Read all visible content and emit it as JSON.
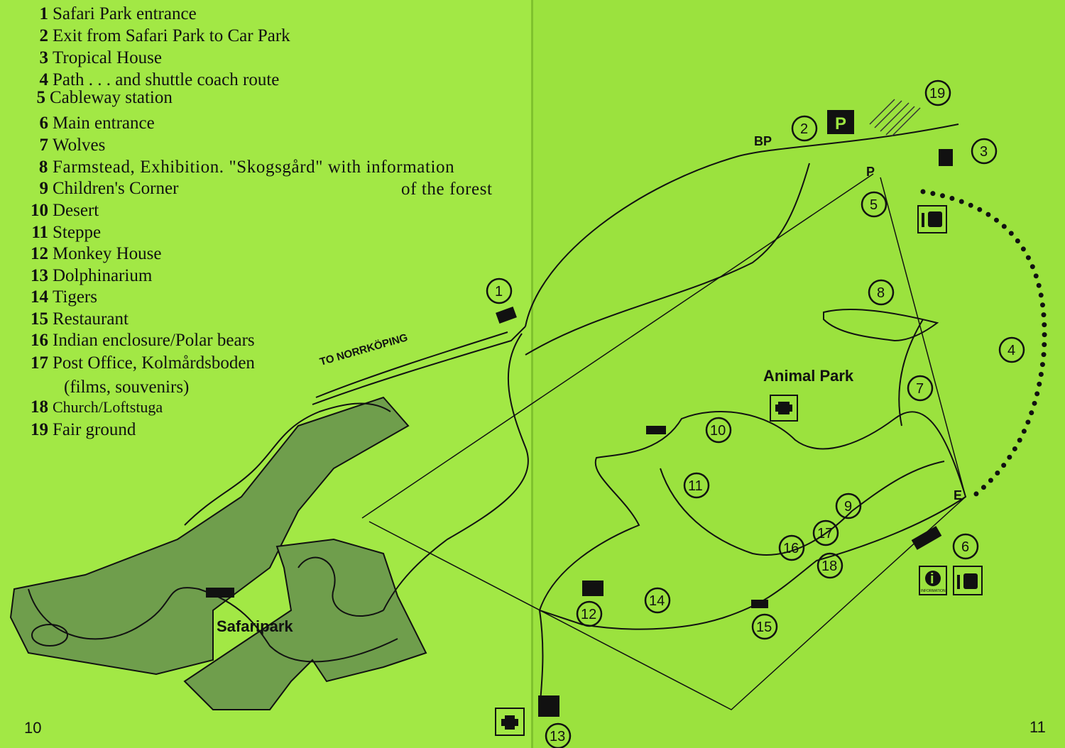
{
  "legend": [
    {
      "num": "1",
      "text": "Safari Park entrance"
    },
    {
      "num": "2",
      "text": "Exit  from Safari Park to Car Park"
    },
    {
      "num": "3",
      "text": "Tropical House"
    },
    {
      "num": "4",
      "text": "Path . . . and shuttle coach route"
    },
    {
      "num": "5",
      "text": "Cableway station"
    },
    {
      "num": "6",
      "text": "Main entrance"
    },
    {
      "num": "7",
      "text": "Wolves"
    },
    {
      "num": "8",
      "text": "Farmstead, Exhibition. \"Skogsgård\" with information"
    },
    {
      "num": "",
      "text": "of the forest"
    },
    {
      "num": "9",
      "text": "Children's Corner"
    },
    {
      "num": "10",
      "text": "Desert"
    },
    {
      "num": "11",
      "text": "Steppe"
    },
    {
      "num": "12",
      "text": "Monkey House"
    },
    {
      "num": "13",
      "text": "Dolphinarium"
    },
    {
      "num": "14",
      "text": "Tigers"
    },
    {
      "num": "15",
      "text": "Restaurant"
    },
    {
      "num": "16",
      "text": "Indian enclosure/Polar bears"
    },
    {
      "num": "17",
      "text": "Post Office, Kolmårdsboden"
    },
    {
      "num": "",
      "text": "(films, souvenirs)"
    },
    {
      "num": "18",
      "text": "Church/Loftstuga"
    },
    {
      "num": "19",
      "text": "Fair ground"
    }
  ],
  "map": {
    "road_label": "TO NORRKÖPING",
    "safaripark_label": "Safaripark",
    "animalpark_label": "Animal Park",
    "bp_label": "BP",
    "parking_label": "P",
    "cable_p_label": "P",
    "e_label": "E",
    "info_label": "INFORMATION",
    "markers": [
      "1",
      "2",
      "3",
      "4",
      "5",
      "6",
      "7",
      "8",
      "9",
      "10",
      "11",
      "12",
      "13",
      "14",
      "15",
      "16",
      "17",
      "18",
      "19"
    ]
  },
  "pages": {
    "left": "10",
    "right": "11"
  },
  "colors": {
    "paper": "#a2e845",
    "safari_fill": "#6f9e4c",
    "ink": "#111111"
  }
}
